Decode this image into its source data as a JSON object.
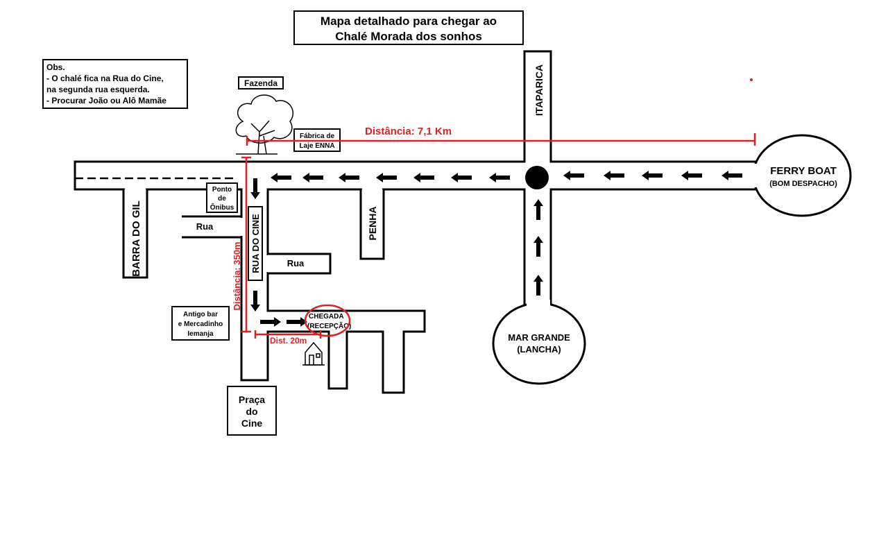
{
  "title": {
    "line1": "Mapa detalhado para chegar ao",
    "line2": "Chalé Morada dos sonhos"
  },
  "obs": {
    "heading": "Obs.",
    "lines": [
      "- O chalé fica na Rua do Cine,",
      "na segunda rua esquerda.",
      "- Procurar João ou Alô Mamãe"
    ]
  },
  "landmarks": {
    "fazenda": "Fazenda",
    "fabrica": [
      "Fábrica de",
      "Laje ENNA"
    ],
    "ponto_onibus": [
      "Ponto",
      "de",
      "Ônibus"
    ],
    "antigo_bar": [
      "Antigo bar",
      "e Mercadinho",
      "Iemanja"
    ],
    "praca": [
      "Praça",
      "do",
      "Cine"
    ],
    "chegada": [
      "CHEGADA",
      "(RECEPÇÃO)"
    ],
    "ferry": [
      "FERRY BOAT",
      "(BOM DESPACHO)"
    ],
    "mar_grande": [
      "MAR GRANDE",
      "(LANCHA)"
    ]
  },
  "streets": {
    "itaparica": "ITAPARICA",
    "barra_do_gil": "BARRA DO GIL",
    "penha": "PENHA",
    "rua_do_cine": "RUA DO CINE",
    "rua_1": "Rua",
    "rua_2": "Rua"
  },
  "distances": {
    "main": "Distância: 7,1 Km",
    "cine": "Distância: 350m",
    "final": "Dist. 20m"
  },
  "colors": {
    "line": "#000000",
    "accent": "#e02020",
    "background": "#ffffff"
  }
}
